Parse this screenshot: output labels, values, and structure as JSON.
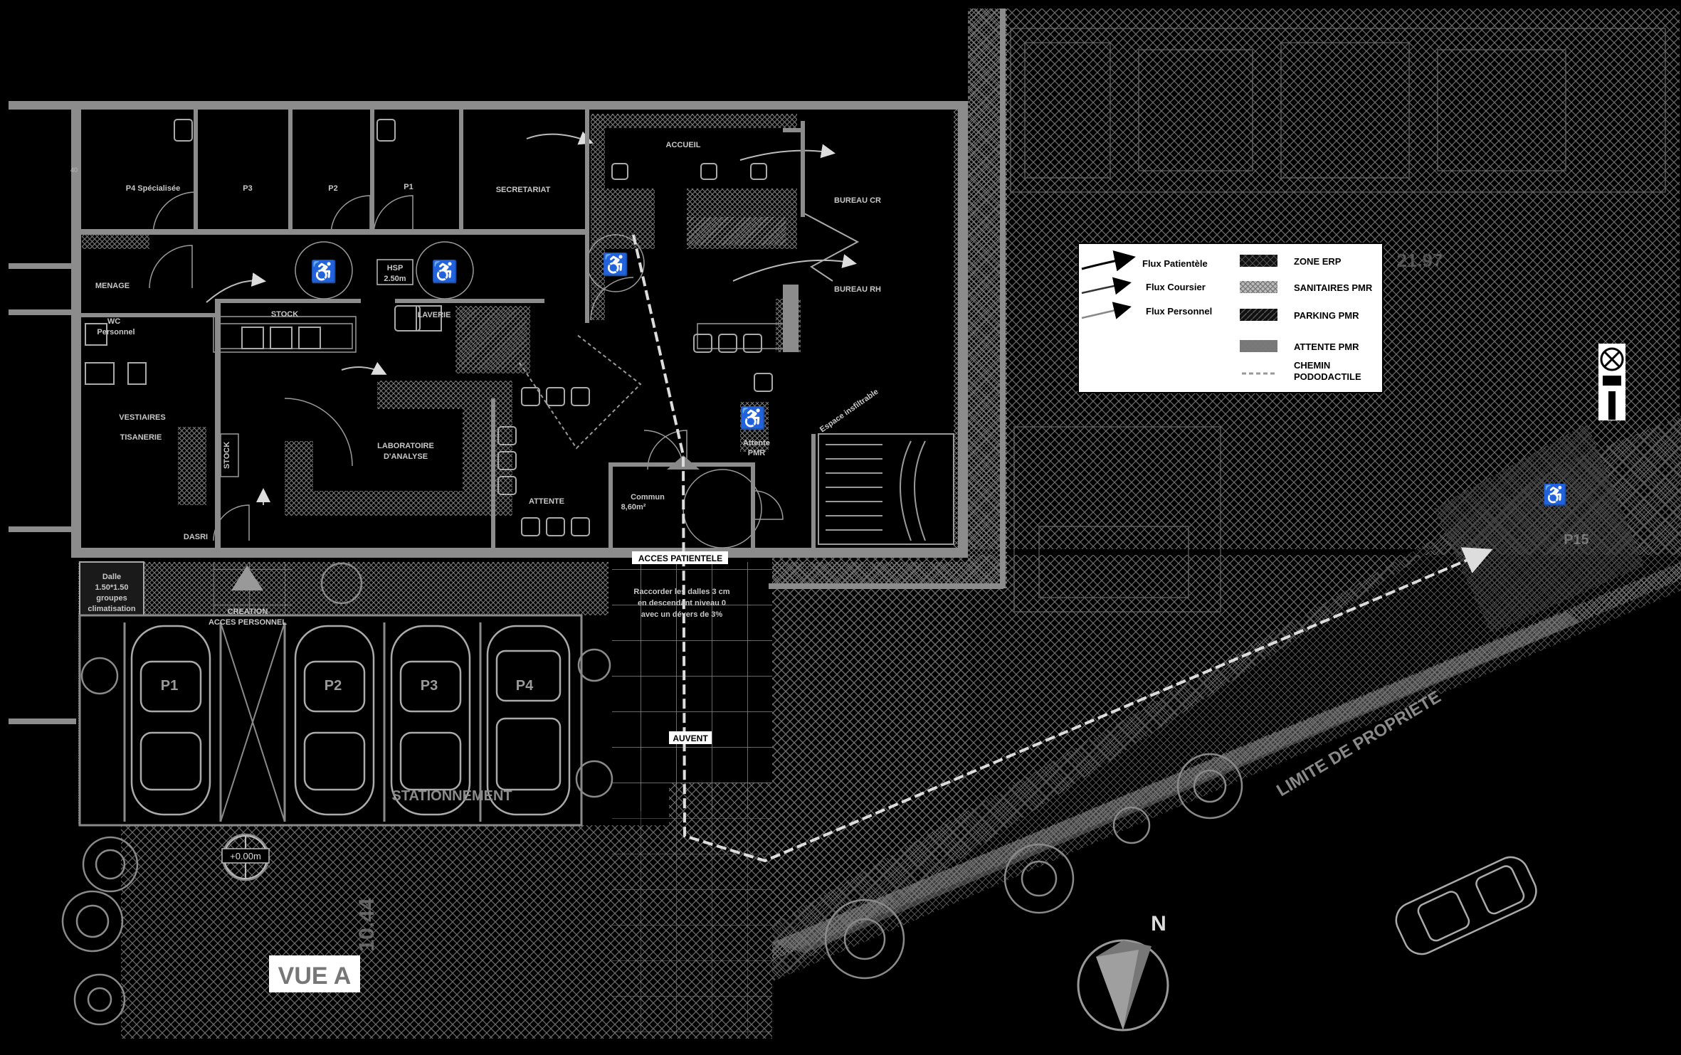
{
  "rooms": {
    "p4": "P4 Spécialisée",
    "p3": "P3",
    "p2": "P2",
    "p1": "P1",
    "secretariat": "SECRETARIAT",
    "accueil": "ACCUEIL",
    "bureau_cr": "BUREAU CR",
    "bureau_rh": "BUREAU RH",
    "menage": "MENAGE",
    "wc": "WC",
    "wc_sub": "Personnel",
    "stock_top": "STOCK",
    "laverie": "LAVERIE",
    "hsp": "HSP",
    "hsp_val": "2.50m",
    "vestiaires": "VESTIAIRES",
    "tisanerie": "TISANERIE",
    "stock_side": "STOCK",
    "laboratoire_1": "LABORATOIRE",
    "laboratoire_2": "D'ANALYSE",
    "attente": "ATTENTE",
    "commun": "Commun",
    "commun_area": "8,60m²",
    "attente_pmr_1": "Attente",
    "attente_pmr_2": "PMR",
    "espace": "Espace insfiltrable",
    "dasri": "DASRI"
  },
  "labels": {
    "acces_patientele": "ACCES PATIENTELE",
    "creation_1": "CREATION",
    "creation_2": "ACCES PERSONNEL",
    "dalle_1": "Dalle",
    "dalle_2": "1.50*1.50",
    "dalle_3": "groupes",
    "dalle_4": "climatisation",
    "note_1": "Raccorder les dalles 3 cm",
    "note_2": "en descendant niveau 0",
    "note_3": "avec un dévers de 3%",
    "auvent": "AUVENT",
    "stationnement": "STATIONNEMENT",
    "level": "+0.00m",
    "vue_a": "VUE A",
    "limite": "LIMITE DE PROPRIETE",
    "north": "N",
    "p15": "P15",
    "dim_top": "21.97",
    "dim_left": "40",
    "dim_vert": "10.44"
  },
  "parking": [
    "P1",
    "P2",
    "P3",
    "P4"
  ],
  "legend": {
    "flux_patientele": "Flux Patientèle",
    "flux_coursier": "Flux Coursier",
    "flux_personnel": "Flux Personnel",
    "zone_erp": "ZONE ERP",
    "sanitaires_pmr": "SANITAIRES PMR",
    "parking_pmr": "PARKING PMR",
    "attente_pmr": "ATTENTE PMR",
    "chemin_1": "CHEMIN",
    "chemin_2": "PODODACTILE"
  },
  "colors": {
    "background": "#000000",
    "hatch": "#6e6e6e",
    "wall": "#8c8c8c",
    "legend_bg": "#ffffff"
  }
}
